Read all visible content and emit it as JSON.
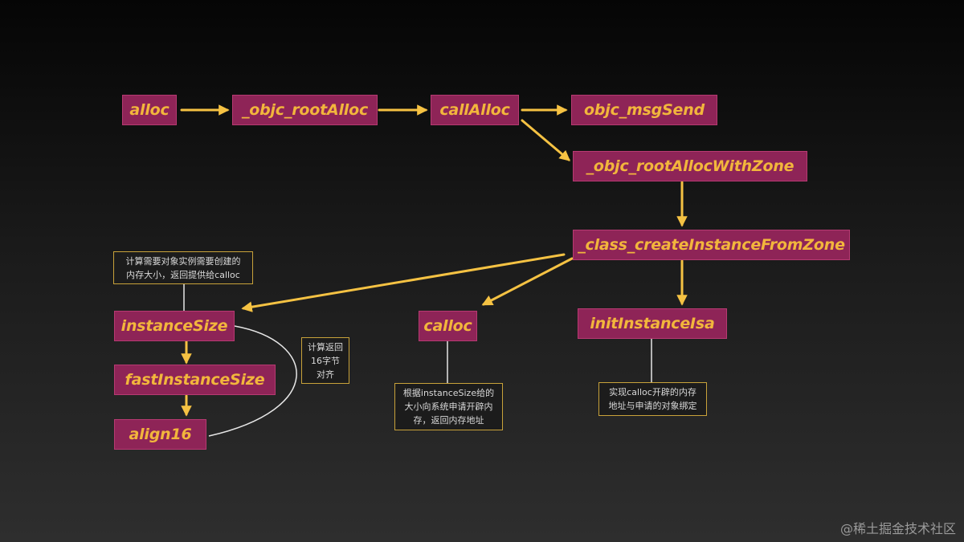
{
  "nodes": {
    "alloc": "alloc",
    "objc_rootAlloc": "_objc_rootAlloc",
    "callAlloc": "callAlloc",
    "objc_msgSend": "objc_msgSend",
    "objc_rootAllocWithZone": "_objc_rootAllocWithZone",
    "class_createInstanceFromZone": "_class_createInstanceFromZone",
    "instanceSize": "instanceSize",
    "fastInstanceSize": "fastInstanceSize",
    "align16": "align16",
    "calloc": "calloc",
    "initInstanceIsa": "initInstanceIsa"
  },
  "notes": {
    "instanceSize_note_line1": "计算需要对象实例需要创建的",
    "instanceSize_note_line2": "内存大小，返回提供给calloc",
    "align16_note_line1": "计算返回",
    "align16_note_line2": "16字节",
    "align16_note_line3": "对齐",
    "calloc_note_line1": "根据instanceSize给的",
    "calloc_note_line2": "大小向系统申请开辟内",
    "calloc_note_line3": "存，返回内存地址",
    "initIsa_note_line1": "实现calloc开辟的内存",
    "initIsa_note_line2": "地址与申请的对象绑定"
  },
  "watermark": "@稀土掘金技术社区",
  "colors": {
    "node_fill": "#8e2457",
    "node_text": "#f2b63c",
    "arrow": "#f5c243",
    "note_border": "#c8a23a",
    "connector": "#e6e6e6"
  }
}
